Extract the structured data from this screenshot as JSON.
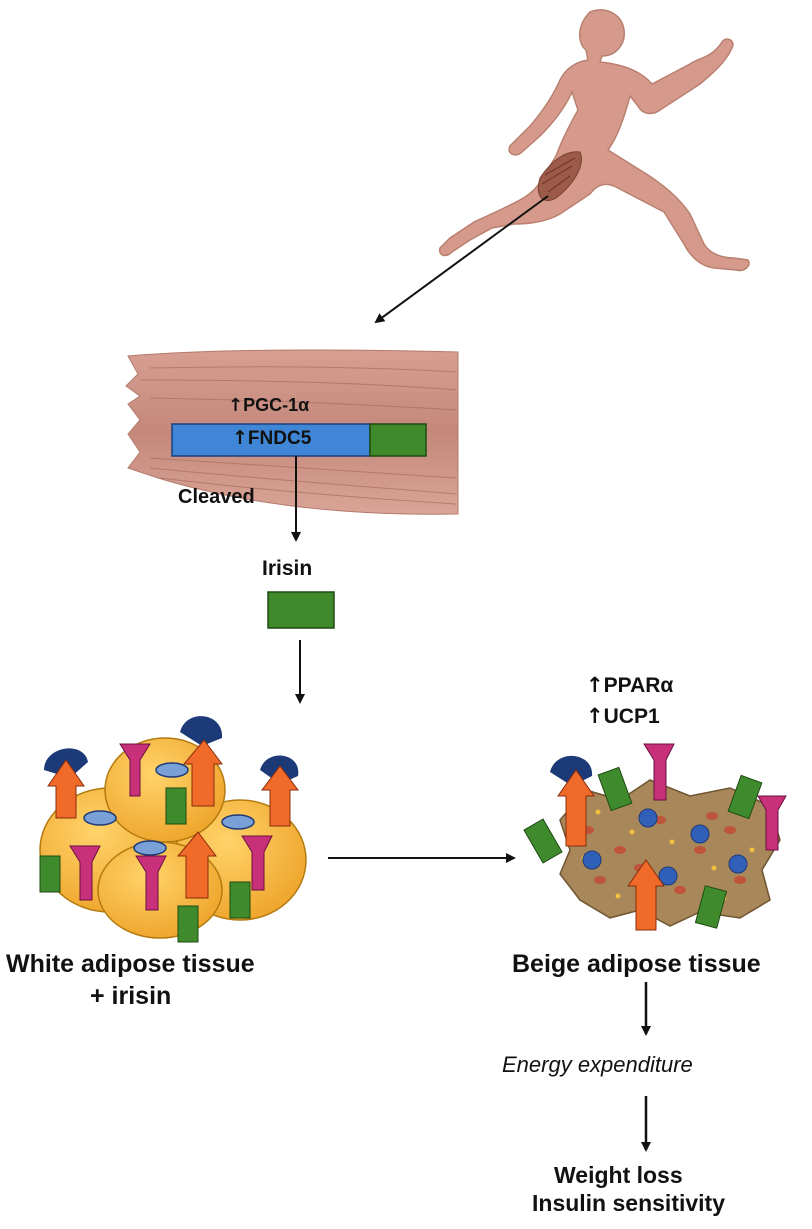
{
  "muscle": {
    "pgc_arrow": "↑",
    "pgc_label": "PGC-1α",
    "fndc_arrow": "↑",
    "fndc_label": "FNDC5",
    "cleaved_label": "Cleaved"
  },
  "irisin": {
    "label": "Irisin"
  },
  "white_tissue": {
    "line1": "White adipose tissue",
    "line2": "+ irisin"
  },
  "beige_tissue": {
    "ppar_arrow": "↑",
    "ppar_label": "PPARα",
    "ucp_arrow": "↑",
    "ucp_label": "UCP1",
    "label": "Beige adipose tissue"
  },
  "outcomes": {
    "energy": "Energy expenditure",
    "weight": "Weight loss",
    "insulin": "Insulin sensitivity"
  },
  "colors": {
    "skin": "#d79a8c",
    "skin_dark": "#b67a6c",
    "muscle": "#c98a7d",
    "fndc_blue": "#3f86d6",
    "irisin_green": "#3e8a2c",
    "fat_yellow": "#f1b43a",
    "beige_brown": "#a8875a",
    "receptor_orange": "#f06a2a",
    "receptor_pink": "#c8307a",
    "receptor_navy": "#1d3a78"
  }
}
